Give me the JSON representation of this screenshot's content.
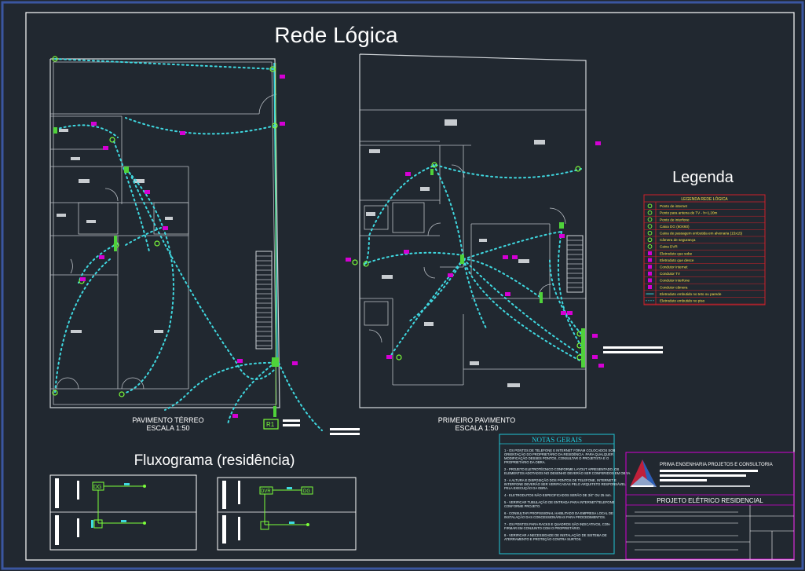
{
  "title": "Rede Lógica",
  "floors": {
    "ground": {
      "name": "PAVIMENTO TÉRREO",
      "scale": "ESCALA 1:50"
    },
    "first": {
      "name": "PRIMEIRO PAVIMENTO",
      "scale": "ESCALA 1:50"
    }
  },
  "flow_title": "Fluxograma (residência)",
  "legend": {
    "heading": "Legenda",
    "box_title": "LEGENDA REDE LÓGICA",
    "items": [
      {
        "icon": "internet-point",
        "label": "Ponto de internet"
      },
      {
        "icon": "tv-point",
        "label": "Ponto para antena de TV - h=1,20m"
      },
      {
        "icon": "intercom-point",
        "label": "Ponto de interfone"
      },
      {
        "icon": "dg-box",
        "label": "Caixa DG (60X60)"
      },
      {
        "icon": "pass-box",
        "label": "Caixa de passagem embutida em alvenaria (15x15)"
      },
      {
        "icon": "camera",
        "label": "Câmera de segurança"
      },
      {
        "icon": "dvr-box",
        "label": "Caixa DVR"
      },
      {
        "icon": "conduit-up",
        "label": "Eletroduto que sobe"
      },
      {
        "icon": "conduit-down",
        "label": "Eletroduto que desce"
      },
      {
        "icon": "cond-internet",
        "label": "Condutor internet"
      },
      {
        "icon": "cond-tv",
        "label": "Condutor TV"
      },
      {
        "icon": "cond-intercom",
        "label": "Condutor interfone"
      },
      {
        "icon": "cond-camera",
        "label": "Condutor câmera"
      },
      {
        "icon": "wall-conduit",
        "label": "Eletroduto embutido no teto ou parede"
      },
      {
        "icon": "floor-conduit",
        "label": "Eletroduto embutido no piso"
      }
    ]
  },
  "notes": {
    "title": "NOTAS GERAIS",
    "items": [
      "1 - OS PONTOS DE TELEFONE E INTERNET FORAM COLOCADOS SOB ORIENTAÇÃO DO PROPRIETÁRIO DA RESIDÊNCIA. PARA QUALQUER MODIFICAÇÃO DESSES PONTOS, CONSULTAR O PROJETISTA E O PROPRIETÁRIO DA OBRA.",
      "2 - PROJETO ELETROTÉCNICO CONFORME LAYOUT APRESENTADO. OS ELEMENTOS ADOTADOS NO DESENHO DEVERÃO SER CONFERIDOS EM OBRA.",
      "3 - A ALTURA E DISPOSIÇÃO DOS PONTOS DE TELEFONE, INTERNET E INTERFONE DEVERÃO SER VERIFICADAS PELO ARQUITETO RESPONSÁVEL PELA EXECUÇÃO DA OBRA.",
      "4 - ELETRODUTOS NÃO ESPECIFICADOS SERÃO DE 3/4\" OU 25 mm.",
      "5 - VERIFICAR TUBULAÇÃO DE ENTRADA PARA INTERNET/TELEFONE CONFORME PROJETO.",
      "6 - CONSULTAR PROFISSIONAL HABILITADO DA EMPRESA LOCAL DE INSTALAÇÃO DAS CONCESSIONÁRIAS PARA PROCEDIMENTOS.",
      "7 - OS PONTOS PARA RACKS E QUADROS SÃO INDICATIVOS, CON- FIRMAR EM CONJUNTO COM O PROPRIETÁRIO.",
      "8 - VERIFICAR A NECESSIDADE DE INSTALAÇÃO DE SISTEMA DE ATERRAMENTO E PROTEÇÃO CONTRA SURTOS."
    ]
  },
  "title_block": {
    "company": "PRIMA ENGENHARIA PROJETOS E CONSULTORIA",
    "project": "PROJETO ELÉTRICO RESIDENCIAL"
  },
  "flow": {
    "dg": "DG",
    "dvr": "DVR",
    "r1": "R1"
  },
  "colors": {
    "background": "#212830",
    "conduit": "#3fd8e0",
    "points": "#4fd23a",
    "tags": "#d400d4",
    "legend_border": "#d0202a",
    "notes_border": "#21c6d6",
    "title_block_border": "#d400d4",
    "sheet_border": "#ffffff",
    "dimension": "#ffffff"
  }
}
